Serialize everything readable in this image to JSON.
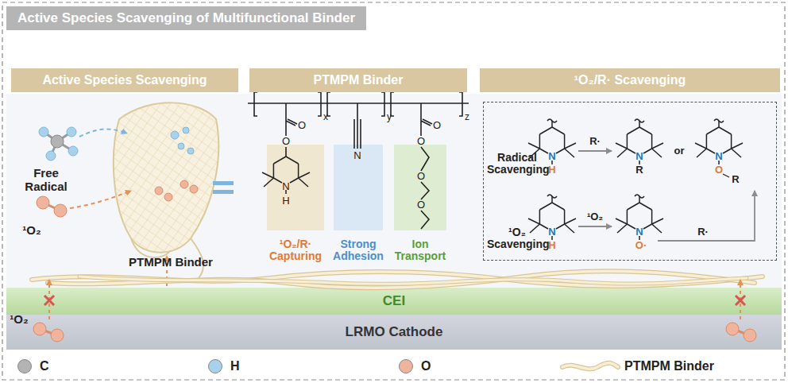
{
  "diagram": {
    "title": "Active Species Scavenging of Multifunctional Binder",
    "nodes": [
      {
        "text": [
          "Active Species Scavenging"
        ]
      },
      {
        "text": [
          "PTMPM Binder"
        ]
      },
      {
        "text": [
          "¹O₂/R· Scavenging"
        ]
      },
      {
        "text": [
          "Radical Scavenging",
          "¹O₂ Scavenging"
        ]
      },
      {
        "text": [
          "CEI"
        ]
      },
      {
        "text": [
          "LRMO Cathode"
        ]
      }
    ],
    "labels": [
      "Free Radical",
      "¹O₂",
      "¹O₂",
      "PTMPM Binder",
      "¹O₂/R· Capturing",
      "Strong Adhesion",
      "Ion Transport",
      "x",
      "y",
      "z",
      "O",
      "O",
      "N",
      "H",
      "N",
      "O",
      "O",
      "O",
      "O",
      "N",
      "H",
      "R·",
      "N",
      "R",
      "or",
      "N",
      "O",
      "R",
      "N",
      "H",
      "¹O₂",
      "N",
      "O·",
      "R·"
    ],
    "legend": [
      {
        "text": "C",
        "color": "#b3b3b3"
      },
      {
        "text": "H",
        "color": "#a8d1ec"
      },
      {
        "text": "O",
        "color": "#f0b49c"
      },
      {
        "text": "PTMPM Binder"
      }
    ]
  }
}
